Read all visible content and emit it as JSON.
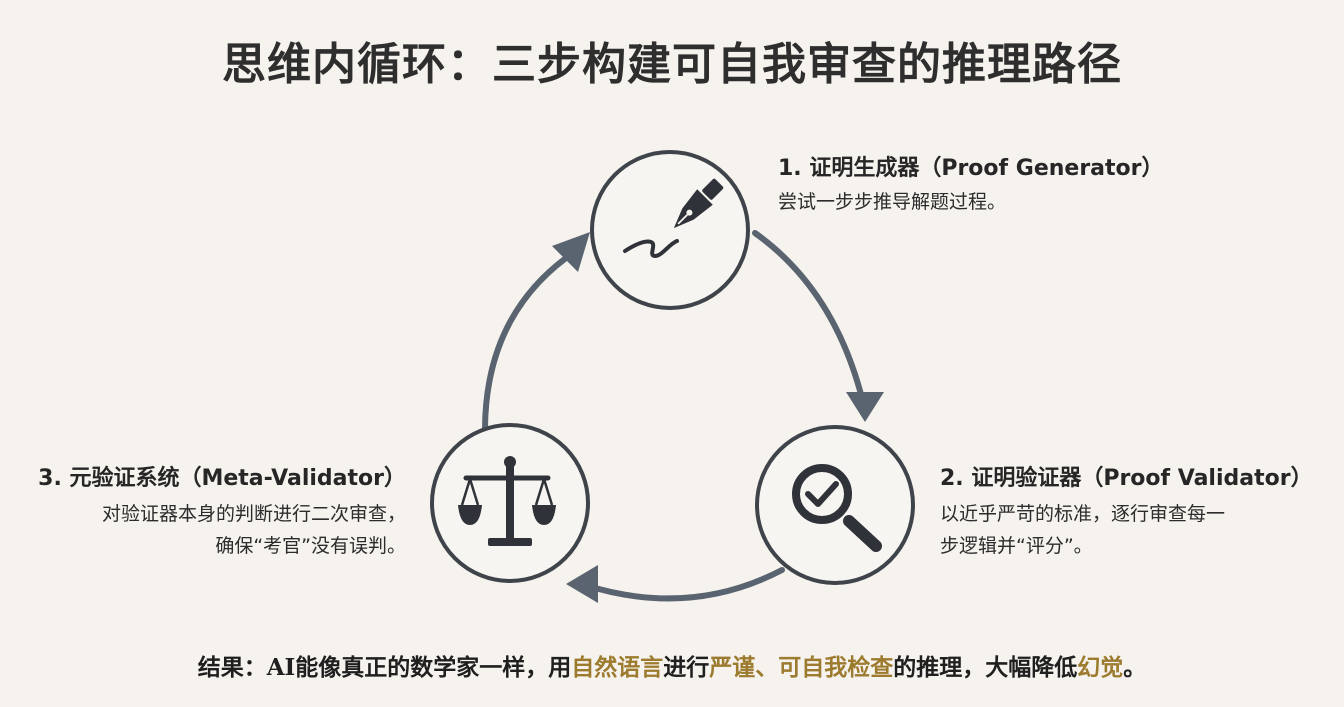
{
  "title": "思维内循环：三步构建可自我审查的推理路径",
  "steps": [
    {
      "title": "1. 证明生成器（Proof Generator）",
      "desc": [
        "尝试一步步推导解题过程。"
      ],
      "icon": "fountain-pen-icon"
    },
    {
      "title": "2. 证明验证器（Proof Validator）",
      "desc": [
        "以近乎严苛的标准，逐行审查每一",
        "步逻辑并“评分”。"
      ],
      "icon": "magnifier-check-icon"
    },
    {
      "title": "3. 元验证系统（Meta-Validator）",
      "desc": [
        "对验证器本身的判断进行二次审查，",
        "确保“考官”没有误判。"
      ],
      "icon": "balance-scale-icon"
    }
  ],
  "result": {
    "p1": "结果：AI能像真正的数学家一样，用",
    "h1": "自然语言",
    "p2": "进行",
    "h2": "严谨、可自我检查",
    "p3": "的推理，大幅降低",
    "h3": "幻觉",
    "p4": "。"
  },
  "colors": {
    "background": "#f6f3ee",
    "node_stroke": "#3f434a",
    "arrow": "#5a6470",
    "highlight": "#9c7a2e"
  }
}
